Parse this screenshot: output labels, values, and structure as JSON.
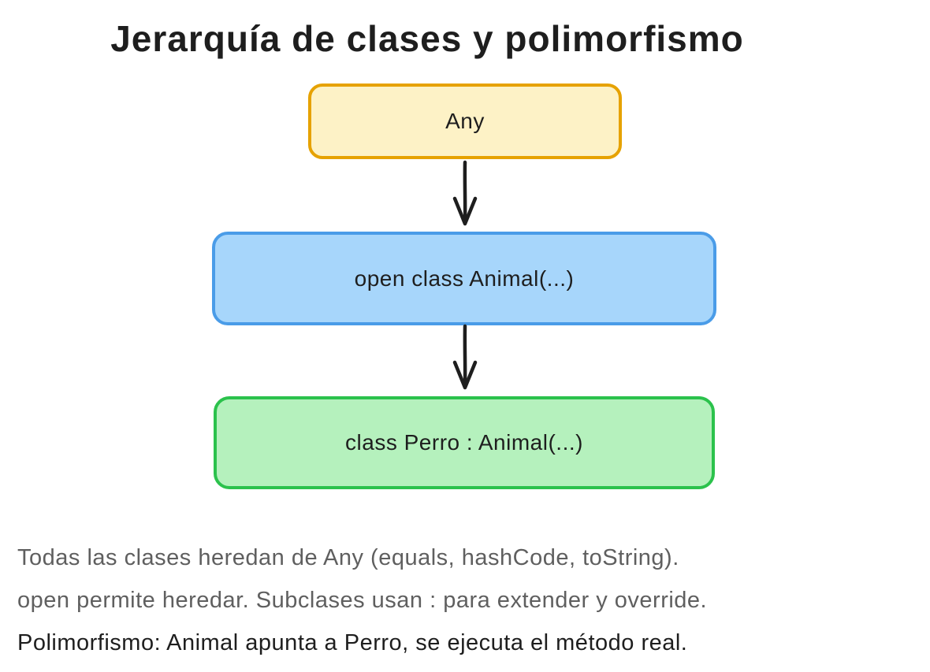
{
  "title": "Jerarquía de clases y polimorfismo",
  "diagram": {
    "type": "flowchart",
    "direction": "top-down",
    "nodes": [
      {
        "id": "any",
        "label": "Any",
        "fill": "#fdf2c6",
        "stroke": "#e6a200"
      },
      {
        "id": "animal",
        "label": "open class Animal(...)",
        "fill": "#a7d6fb",
        "stroke": "#4a9ce8"
      },
      {
        "id": "perro",
        "label": "class Perro : Animal(...)",
        "fill": "#b5f1bd",
        "stroke": "#2bc24c"
      }
    ],
    "edges": [
      {
        "from": "any",
        "to": "animal",
        "style": "arrow-down"
      },
      {
        "from": "animal",
        "to": "perro",
        "style": "arrow-down"
      }
    ],
    "edge_color": "#1e1e1e"
  },
  "notes": {
    "line1": "Todas las clases heredan de Any (equals, hashCode, toString).",
    "line2": "open permite heredar. Subclases usan : para extender y override.",
    "line3": "Polimorfismo: Animal apunta a Perro, se ejecuta el método real."
  },
  "colors": {
    "background": "#ffffff",
    "text_primary": "#1e1e1e",
    "text_muted": "#5f5f5f"
  }
}
